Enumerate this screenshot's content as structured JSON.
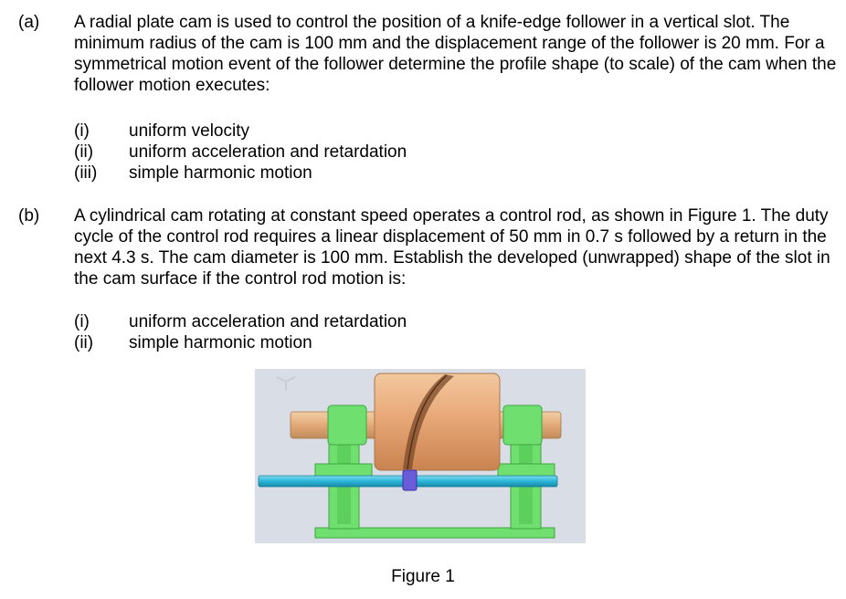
{
  "part_a": {
    "label": "(a)",
    "text": "A radial plate cam is used to control the position of a knife-edge follower in a vertical slot. The minimum radius of the cam is 100 mm and the displacement range of the follower is 20 mm. For a symmetrical motion event of the follower determine the profile shape (to scale) of the cam when the follower motion executes:",
    "items": [
      {
        "num": "(i)",
        "text": "uniform velocity"
      },
      {
        "num": "(ii)",
        "text": "uniform acceleration and retardation"
      },
      {
        "num": "(iii)",
        "text": "simple harmonic motion"
      }
    ]
  },
  "part_b": {
    "label": "(b)",
    "text": "A cylindrical cam rotating at constant speed operates a control rod, as shown in Figure 1. The duty cycle of the control rod requires a linear displacement of 50 mm in 0.7 s followed by a return in the next 4.3 s. The cam diameter is 100 mm. Establish the developed (unwrapped) shape of the slot in the cam surface if the control rod motion is:",
    "items": [
      {
        "num": "(i)",
        "text": "uniform acceleration and retardation"
      },
      {
        "num": "(ii)",
        "text": "simple harmonic motion"
      }
    ]
  },
  "figure": {
    "caption": "Figure 1",
    "colors": {
      "background": "#d9dde5",
      "cam": "#e8a878",
      "frame": "#6fe06f",
      "rod": "#2ab6d8",
      "follower": "#6a5cd8"
    }
  }
}
